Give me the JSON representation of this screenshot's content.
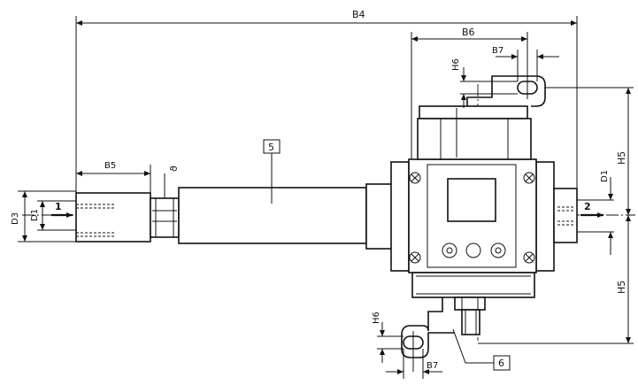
{
  "labels": {
    "b4": "B4",
    "b6": "B6",
    "b7_top": "B7",
    "b7_bottom": "B7",
    "b5": "B5",
    "h6_top": "H6",
    "h6_bottom": "H6",
    "h5_top": "H5",
    "h5_bottom": "H5",
    "d1_left": "D1",
    "d1_right": "D1",
    "d3": "D3",
    "theta": "ϑ",
    "callout_5": "5",
    "callout_6": "6",
    "flow_in": "1",
    "flow_out": "2"
  }
}
